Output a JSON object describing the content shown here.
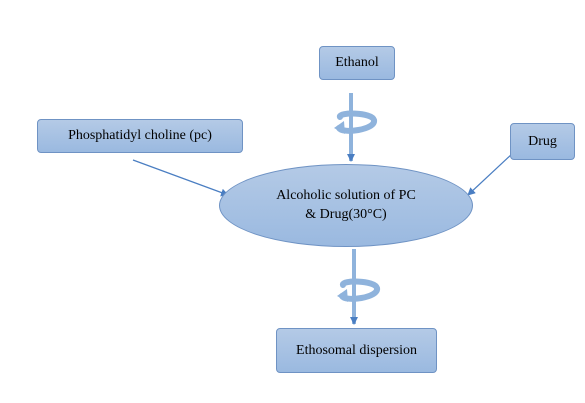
{
  "nodes": {
    "ethanol": "Ethanol",
    "phosphatidyl_choline": "Phosphatidyl choline (pc)",
    "drug": "Drug",
    "alcoholic_solution_line1": "Alcoholic solution of PC",
    "alcoholic_solution_line2": "& Drug(30°C)",
    "ethosomal_dispersion": "Ethosomal dispersion"
  },
  "colors": {
    "node_fill": "#a8c3e5",
    "node_border": "#6f93c4",
    "arrow": "#4a7ec2",
    "swirl": "#8fb3dc"
  }
}
